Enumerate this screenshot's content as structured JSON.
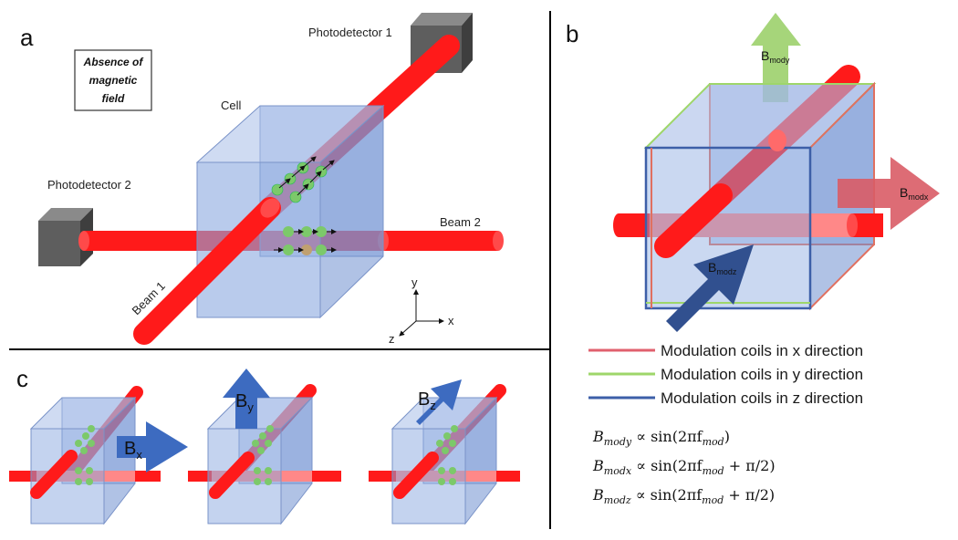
{
  "panels": {
    "a": "a",
    "b": "b",
    "c": "c"
  },
  "panel_a": {
    "absence_line1": "Absence of",
    "absence_line2": "magnetic",
    "absence_line3": "field",
    "photodetector1": "Photodetector 1",
    "photodetector2": "Photodetector 2",
    "cell": "Cell",
    "beam1": "Beam 1",
    "beam2": "Beam 2",
    "axis_y": "y",
    "axis_x": "x",
    "axis_z": "z"
  },
  "panel_b": {
    "b_mody": "B",
    "b_mody_sub": "mody",
    "b_modx": "B",
    "b_modx_sub": "modx",
    "b_modz": "B",
    "b_modz_sub": "modz",
    "legend": [
      {
        "label": "Modulation coils in x direction",
        "color": "#e0606e"
      },
      {
        "label": "Modulation coils in y direction",
        "color": "#9ed66a"
      },
      {
        "label": "Modulation coils in z direction",
        "color": "#3d5fa8"
      }
    ],
    "eq1_lhs": "B",
    "eq1_sub": "mody",
    "eq1_rhs": " ∝ sin(2πf",
    "eq1_fsub": "mod",
    "eq1_end": ")",
    "eq2_lhs": "B",
    "eq2_sub": "modx",
    "eq2_rhs": " ∝ sin(2πf",
    "eq2_fsub": "mod",
    "eq2_end": " + π/2)",
    "eq3_lhs": "B",
    "eq3_sub": "modz",
    "eq3_rhs": " ∝ sin(2πf",
    "eq3_fsub": "mod",
    "eq3_end": " + π/2)"
  },
  "panel_c": {
    "bx": "B",
    "bx_sub": "x",
    "by": "B",
    "by_sub": "y",
    "bz": "B",
    "bz_sub": "z"
  },
  "colors": {
    "beam": "#ff1a1a",
    "cube_face": "#8aa8e0",
    "cube_edge": "#7a93c8",
    "atom": "#7cc96a",
    "arrow_blue": "#3d6bc0",
    "arrow_green": "#a6d57a",
    "arrow_red": "#d95c66",
    "arrow_navy": "#31508f"
  }
}
